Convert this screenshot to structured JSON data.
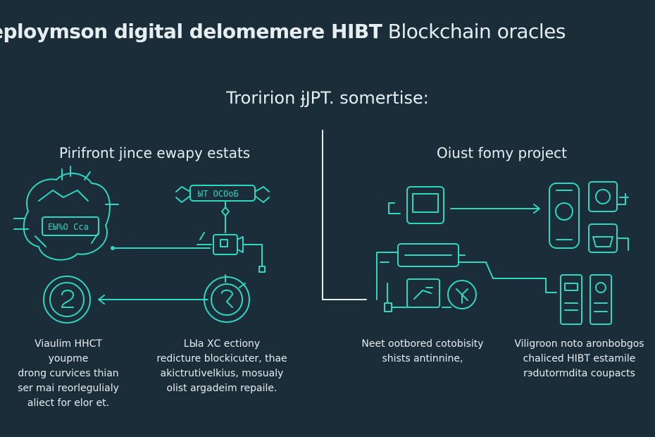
{
  "header": {
    "title_bold": "eploymson digital delomemere HIBT",
    "title_light": "Blockchain oracles",
    "subtitle": "Troririon ɉJPT. somertise:"
  },
  "left_panel": {
    "title": "Pirifront jince ewapy estats",
    "chip_label": "ЕЫ%О Сса",
    "bridge_label": "ЫТ ОСОоБ",
    "caption_left": "Viaulim HHCT youpme\ndrong curvices thian\nser mai reorlegulialy\naliect for elor et.",
    "caption_right": "LЫа ХС ectiony\nredicture blockicuter, thae\nakictrutivelkius, mosualy\nolist argadeim repaile."
  },
  "right_panel": {
    "title": "Oiust fomy project",
    "caption_left": "Neet ootbored cotobisity\nshists antinnine,",
    "caption_right": "Viligroon noto aronbobgos\nchaliced HIBT estamile\nrэdutormdita coupacts"
  },
  "colors": {
    "background": "#1b2d38",
    "accent": "#2fd6c0",
    "text": "#e6eef2"
  }
}
